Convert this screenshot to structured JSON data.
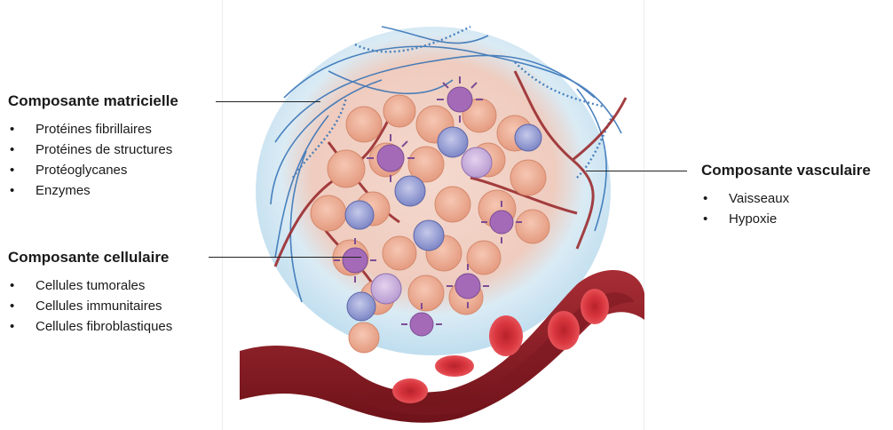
{
  "labels": {
    "matrix": {
      "title": "Composante matricielle",
      "items": [
        "Protéines fibrillaires",
        "Protéines de structures",
        "Protéoglycanes",
        "Enzymes"
      ]
    },
    "cellular": {
      "title": "Composante cellulaire",
      "items": [
        "Cellules tumorales",
        "Cellules immunitaires",
        "Cellules fibroblastiques"
      ]
    },
    "vascular": {
      "title": "Composante vasculaire",
      "items": [
        "Vaisseaux",
        "Hypoxie"
      ]
    }
  },
  "colors": {
    "ecm_halo": "#cfe6f3",
    "fiber": "#2f6fb5",
    "tumor_cell": "#e9a588",
    "immune_cell_blue": "#7d86c6",
    "immune_cell_purple": "#a46ab8",
    "vessel": "#8e1f26",
    "red_blood_cell": "#d9363e"
  },
  "icons": [
    "tumor-microenvironment-illustration",
    "blood-vessel",
    "red-blood-cell",
    "immune-cell",
    "dendritic-cell",
    "fibroblast"
  ]
}
